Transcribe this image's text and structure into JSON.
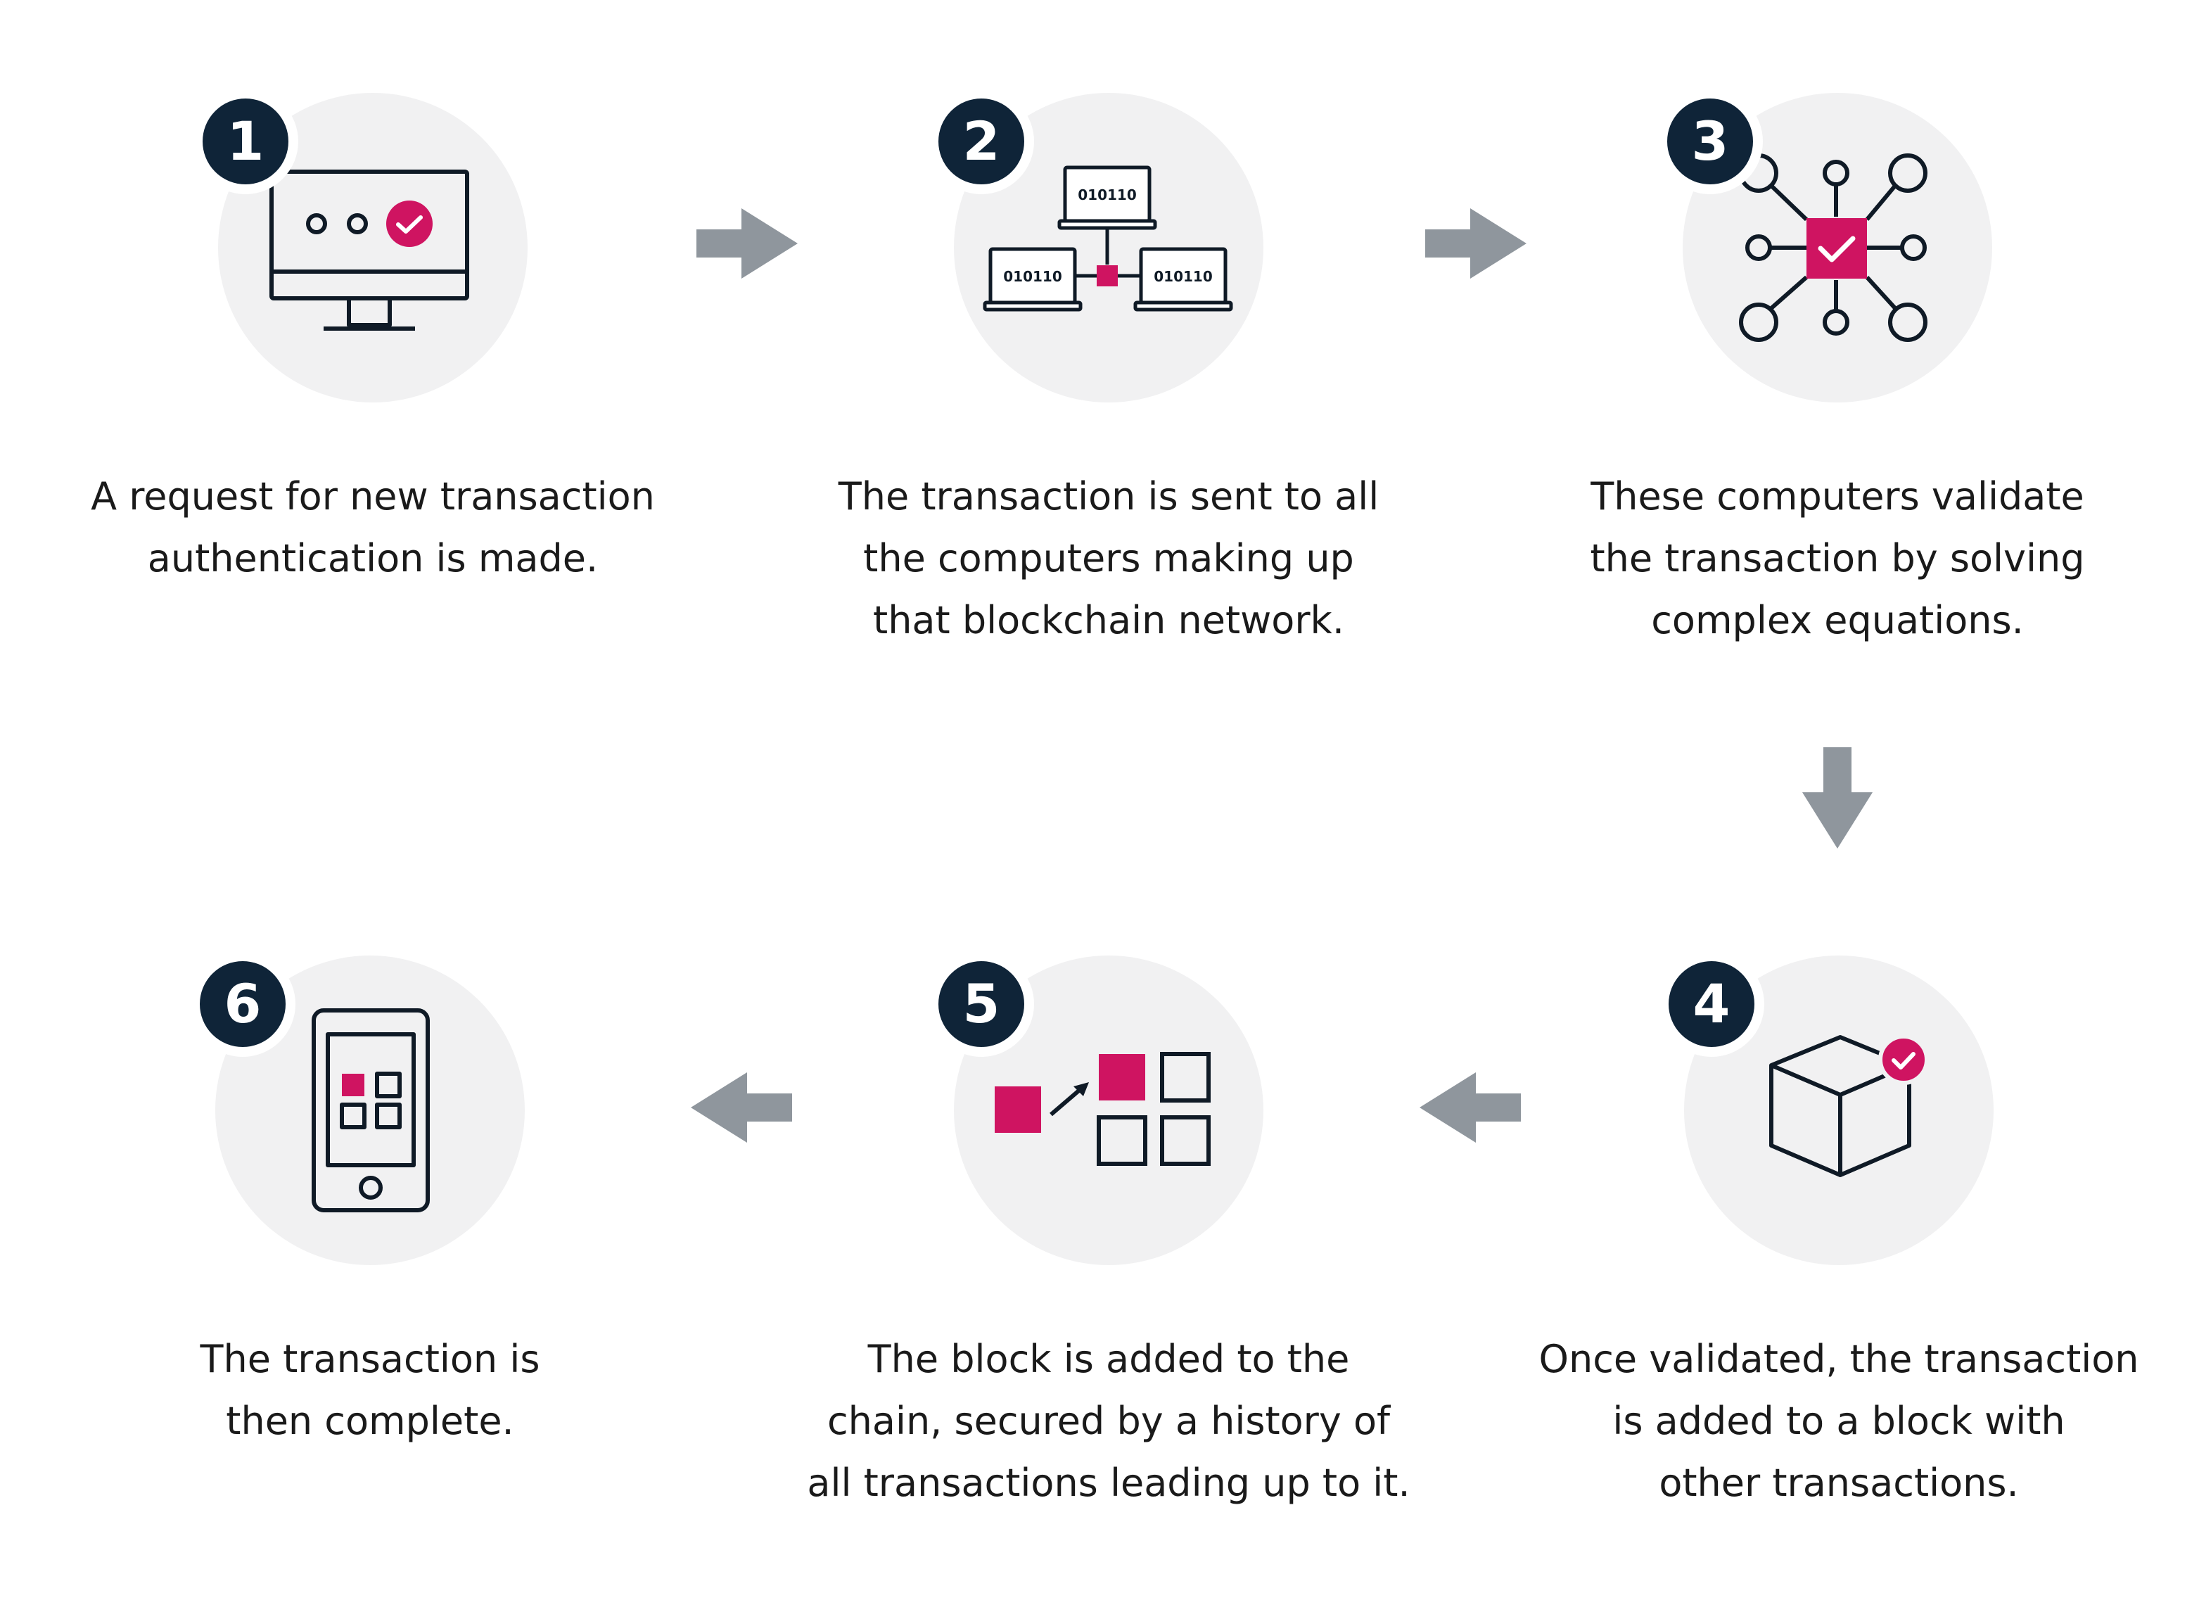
{
  "colors": {
    "badge": "#0f2438",
    "accent": "#cf1461",
    "circle": "#f1f1f2",
    "arrow": "#8f969d",
    "line": "#0f1a26"
  },
  "steps": [
    {
      "number": "1",
      "icon": "monitor-check-icon",
      "caption": [
        "A request for new transaction",
        "authentication is made."
      ]
    },
    {
      "number": "2",
      "icon": "network-laptops-icon",
      "laptop_text": "010110",
      "caption": [
        "The transaction is sent to all",
        "the computers making up",
        "that blockchain network."
      ]
    },
    {
      "number": "3",
      "icon": "validation-nodes-icon",
      "caption": [
        "These computers validate",
        "the transaction by solving",
        "complex equations."
      ]
    },
    {
      "number": "4",
      "icon": "block-cube-check-icon",
      "caption": [
        "Once validated, the transaction",
        "is added to a block with",
        "other transactions."
      ]
    },
    {
      "number": "5",
      "icon": "block-chain-grid-icon",
      "caption": [
        "The block is added to the",
        "chain, secured by a history of",
        "all transactions leading up to it."
      ]
    },
    {
      "number": "6",
      "icon": "phone-app-icon",
      "caption": [
        "The transaction is",
        "then complete."
      ]
    }
  ]
}
